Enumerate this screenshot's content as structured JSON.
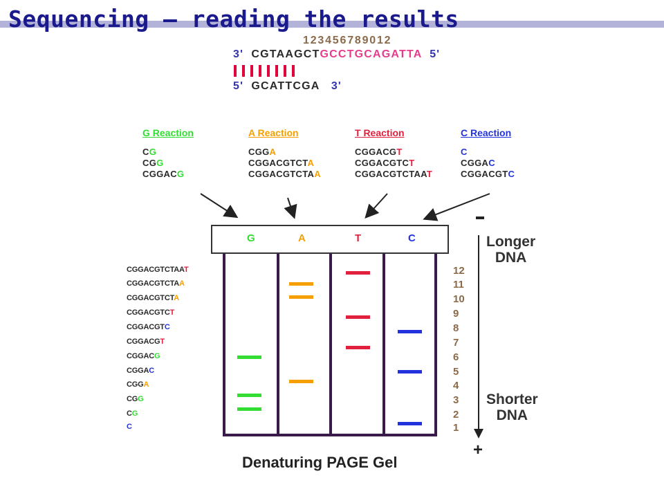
{
  "title": "Sequencing – reading the results",
  "sequence": {
    "index_numbers": "123456789012",
    "template_5prime": "3'",
    "template_black": "CGTAAGCT",
    "template_pink": "GCCTGCAGATTA",
    "template_3prime": "5'",
    "primer_5prime": "5'",
    "primer": "GCATTCGA",
    "primer_3prime": "3'"
  },
  "reactions": [
    {
      "title": "G Reaction",
      "color": "#33dd33",
      "lines": [
        [
          "C",
          "G"
        ],
        [
          "CG",
          "G"
        ],
        [
          "CGGAC",
          "G"
        ]
      ]
    },
    {
      "title": "A Reaction",
      "color": "#f5a000",
      "lines": [
        [
          "CGG",
          "A"
        ],
        [
          "CGGACGTCT",
          "A"
        ],
        [
          "CGGACGTCTA",
          "A"
        ]
      ]
    },
    {
      "title": "T Reaction",
      "color": "#e0203c",
      "lines": [
        [
          "CGGACG",
          "T"
        ],
        [
          "CGGACGTC",
          "T"
        ],
        [
          "CGGACGTCTAA",
          "T"
        ]
      ]
    },
    {
      "title": "C Reaction",
      "color": "#2233dd",
      "lines": [
        [
          "",
          "C"
        ],
        [
          "CGGA",
          "C"
        ],
        [
          "CGGACGT",
          "C"
        ]
      ]
    }
  ],
  "lanes": [
    {
      "label": "G",
      "color": "#33dd33"
    },
    {
      "label": "A",
      "color": "#f5a000"
    },
    {
      "label": "T",
      "color": "#e0203c"
    },
    {
      "label": "C",
      "color": "#2233dd"
    }
  ],
  "fragments": [
    [
      "CGGACGTCTAA",
      "T"
    ],
    [
      "CGGACGTCTA",
      "A"
    ],
    [
      "CGGACGTCT",
      "A"
    ],
    [
      "CGGACGTC",
      "T"
    ],
    [
      "CGGACGT",
      "C"
    ],
    [
      "CGGACG",
      "T"
    ],
    [
      "CGGAC",
      "G"
    ],
    [
      "CGGA",
      "C"
    ],
    [
      "CGG",
      "A"
    ],
    [
      "CG",
      "G"
    ],
    [
      "C",
      "G"
    ],
    [
      "",
      "C"
    ]
  ],
  "band_numbers": [
    "12",
    "11",
    "10",
    "9",
    "8",
    "7",
    "6",
    "5",
    "4",
    "3",
    "2",
    "1"
  ],
  "labels": {
    "minus": "-",
    "plus": "+",
    "longer": "Longer\nDNA",
    "shorter": "Shorter\nDNA",
    "gel_title": "Denaturing PAGE Gel"
  }
}
